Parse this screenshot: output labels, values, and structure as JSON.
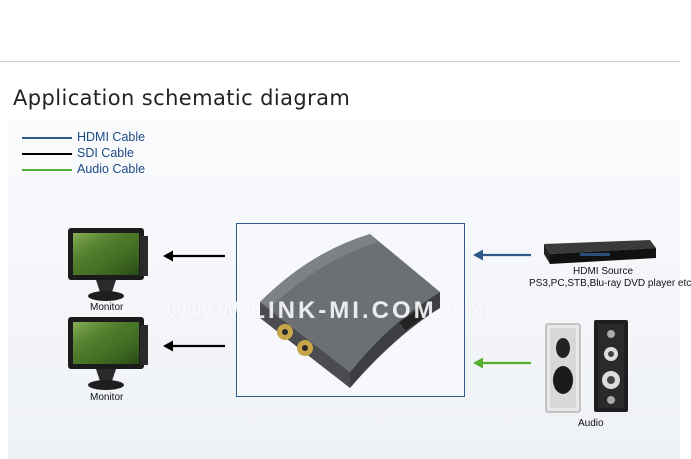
{
  "title": "Application schematic diagram",
  "legend": [
    {
      "label": "HDMI Cable",
      "color": "#2f5a8a"
    },
    {
      "label": "SDI Cable",
      "color": "#000000"
    },
    {
      "label": "Audio Cable",
      "color": "#55b02e"
    }
  ],
  "watermark": "WWW.LINK-MI.COM.CN",
  "monitors": [
    {
      "label": "Monitor"
    },
    {
      "label": "Monitor"
    }
  ],
  "hdmi_source": {
    "label": "HDMI Source",
    "sublabel": "PS3,PC,STB,Blu-ray DVD player etc"
  },
  "audio": {
    "label": "Audio"
  },
  "colors": {
    "hdmi": "#2f5a8a",
    "sdi": "#000000",
    "audio": "#55b02e",
    "accent_text": "#1e4a86"
  }
}
